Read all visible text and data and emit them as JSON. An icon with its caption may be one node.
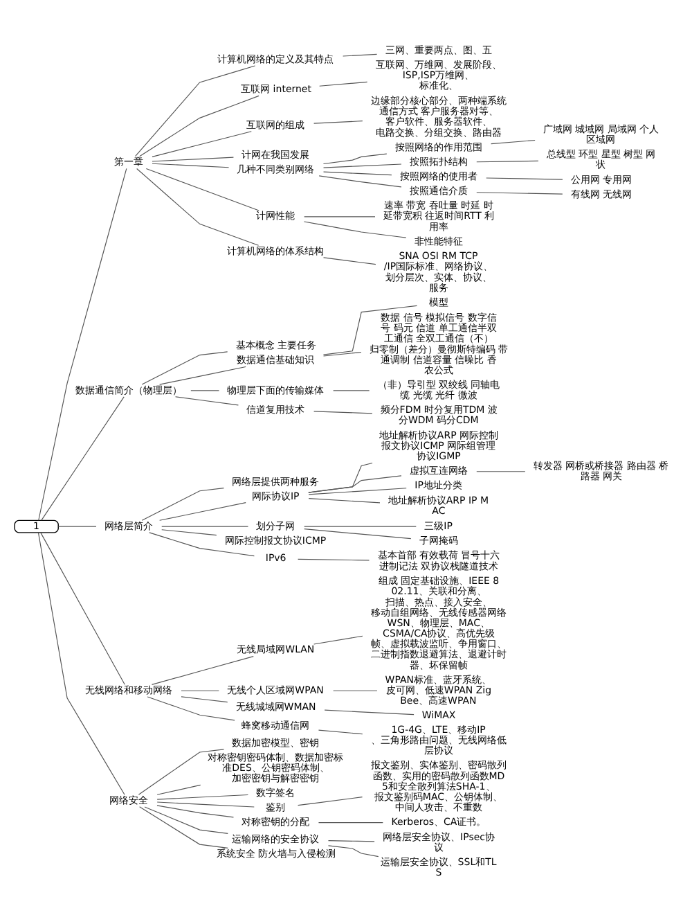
{
  "diagram": {
    "nodes": [
      {
        "text": [
          "1"
        ]
      },
      {
        "text": [
          "第一章"
        ]
      },
      {
        "text": [
          "计算机网络的定义及其特点"
        ]
      },
      {
        "text": [
          "三网、重要两点、图、五"
        ]
      },
      {
        "text": [
          "互联网 internet"
        ]
      },
      {
        "text": [
          "互联网、万维网、发展阶段、ISP,ISP万维网、标准化、"
        ]
      },
      {
        "text": [
          "互联网的组成"
        ]
      },
      {
        "text": [
          "边缘部分核心部分、两种端系统通信方式 客户服务器对等、客户软件、服务器软件、电路交换、分组交换、路由器"
        ]
      },
      {
        "text": [
          "计网在我国发展"
        ]
      },
      {
        "text": [
          "几种不同类别网络"
        ]
      },
      {
        "text": [
          "按照网络的作用范围"
        ]
      },
      {
        "text": [
          "广域网 城域网 局域网 个人区域网"
        ]
      },
      {
        "text": [
          "按照拓扑结构"
        ]
      },
      {
        "text": [
          "总线型 环型 星型 树型 网状"
        ]
      },
      {
        "text": [
          "按照网络的使用者"
        ]
      },
      {
        "text": [
          "公用网 专用网"
        ]
      },
      {
        "text": [
          "按照通信介质"
        ]
      },
      {
        "text": [
          "有线网 无线网"
        ]
      },
      {
        "text": [
          "计网性能"
        ]
      },
      {
        "text": [
          "速率 带宽 吞吐量 时延 时延带宽积 往返时间RTT 利用率"
        ]
      },
      {
        "text": [
          "非性能特征"
        ]
      },
      {
        "text": [
          "计算机网络的体系结构"
        ]
      },
      {
        "text": [
          "SNA OSI RM TCP/IP国际标准、网络协议、划分层次、实体、协议、服务"
        ]
      },
      {
        "text": [
          "数据通信简介（物理层）"
        ]
      },
      {
        "text": [
          "基本概念 主要任务"
        ]
      },
      {
        "text": [
          "数据通信基础知识"
        ]
      },
      {
        "text": [
          "模型"
        ]
      },
      {
        "text": [
          "数据 信号 模拟信号 数字信号 码元 信道 单工通信半双工通信 全双工通信（不）归零制（差分）曼彻斯特编码 带通调制 信道容量 信噪比 香农公式"
        ]
      },
      {
        "text": [
          "物理层下面的传输媒体"
        ]
      },
      {
        "text": [
          "（非）导引型 双绞线 同轴电缆 光缆 光纤 微波"
        ]
      },
      {
        "text": [
          "信道复用技术"
        ]
      },
      {
        "text": [
          "频分FDM 时分复用TDM 波分WDM 码分CDM"
        ]
      },
      {
        "text": [
          "网络层简介"
        ]
      },
      {
        "text": [
          "网络层提供两种服务"
        ]
      },
      {
        "text": [
          "网际协议IP"
        ]
      },
      {
        "text": [
          "地址解析协议ARP 网际控制报文协议ICMP 网际组管理协议IGMP"
        ]
      },
      {
        "text": [
          "虚拟互连网络"
        ]
      },
      {
        "text": [
          "转发器 网桥或桥接器 路由器 桥路器 网关"
        ]
      },
      {
        "text": [
          "IP地址分类"
        ]
      },
      {
        "text": [
          "地址解析协议ARP IP MAC"
        ]
      },
      {
        "text": [
          "划分子网"
        ]
      },
      {
        "text": [
          "三级IP"
        ]
      },
      {
        "text": [
          "子网掩码"
        ]
      },
      {
        "text": [
          "网际控制报文协议ICMP"
        ]
      },
      {
        "text": [
          "IPv6"
        ]
      },
      {
        "text": [
          "基本首部 有效载荷 冒号十六进制记法 双协议栈隧道技术"
        ]
      },
      {
        "text": [
          "无线网络和移动网络"
        ]
      },
      {
        "text": [
          "无线局域网WLAN"
        ]
      },
      {
        "text": [
          "组成 固定基础设施、IEEE 802.11、关联和分离、扫描、热点、接入安全、移动自组网络、无线传感器网络WSN、物理层、MAC、CSMA/CA协议、高优先级帧、虚拟载波监听、争用窗口、二进制指数退避算法、退避计时器、坏保留帧"
        ]
      },
      {
        "text": [
          "无线个人区域网WPAN"
        ]
      },
      {
        "text": [
          "WPAN标准、蓝牙系统、皮可网、低速WPAN ZigBee、高速WPAN"
        ]
      },
      {
        "text": [
          "无线城域网WMAN"
        ]
      },
      {
        "text": [
          "WiMAX"
        ]
      },
      {
        "text": [
          "蜂窝移动通信网"
        ]
      },
      {
        "text": [
          "1G-4G、LTE、移动IP、三角形路由问题、无线网络低层协议"
        ]
      },
      {
        "text": [
          "网络安全"
        ]
      },
      {
        "text": [
          "数据加密模型、密钥"
        ]
      },
      {
        "text": [
          "对称密钥密码体制、数据加密标准DES、公钥密码体制、加密密钥与解密密钥"
        ]
      },
      {
        "text": [
          "数字签名"
        ]
      },
      {
        "text": [
          "鉴别"
        ]
      },
      {
        "text": [
          "报文鉴别、实体鉴别、密码散列函数、实用的密码散列函数MD5和安全散列算法SHA-1、报文鉴别码MAC、公钥体制、中间人攻击、不重数"
        ]
      },
      {
        "text": [
          "对称密钥的分配"
        ]
      },
      {
        "text": [
          "Kerberos、CA证书。"
        ]
      },
      {
        "text": [
          "运输网络的安全协议"
        ]
      },
      {
        "text": [
          "网络层安全协议、IPsec协议"
        ]
      },
      {
        "text": [
          "运输层安全协议、SSL和TLS"
        ]
      },
      {
        "text": [
          "系统安全 防火墙与入侵检测"
        ]
      }
    ],
    "edges": [
      {
        "from": 0,
        "to": 1,
        "arrow": "none"
      },
      {
        "from": 0,
        "to": 23,
        "arrow": "none"
      },
      {
        "from": 0,
        "to": 32,
        "arrow": "none"
      },
      {
        "from": 0,
        "to": 46,
        "arrow": "none"
      },
      {
        "from": 0,
        "to": 55,
        "arrow": "none"
      },
      {
        "from": 1,
        "to": 2,
        "arrow": "none"
      },
      {
        "from": 1,
        "to": 4,
        "arrow": "none"
      },
      {
        "from": 1,
        "to": 6,
        "arrow": "none"
      },
      {
        "from": 1,
        "to": 8,
        "arrow": "none"
      },
      {
        "from": 1,
        "to": 9,
        "arrow": "none"
      },
      {
        "from": 1,
        "to": 18,
        "arrow": "none"
      },
      {
        "from": 1,
        "to": 21,
        "arrow": "none"
      },
      {
        "from": 2,
        "to": 3,
        "arrow": "none"
      },
      {
        "from": 4,
        "to": 5,
        "arrow": "none"
      },
      {
        "from": 6,
        "to": 7,
        "arrow": "none"
      },
      {
        "from": 9,
        "to": 10,
        "arrow": "none"
      },
      {
        "from": 9,
        "to": 12,
        "arrow": "none"
      },
      {
        "from": 9,
        "to": 14,
        "arrow": "none"
      },
      {
        "from": 9,
        "to": 16,
        "arrow": "none"
      },
      {
        "from": 10,
        "to": 11,
        "arrow": "none"
      },
      {
        "from": 12,
        "to": 13,
        "arrow": "none"
      },
      {
        "from": 14,
        "to": 15,
        "arrow": "none"
      },
      {
        "from": 16,
        "to": 17,
        "arrow": "none"
      },
      {
        "from": 18,
        "to": 19,
        "arrow": "none"
      },
      {
        "from": 18,
        "to": 20,
        "arrow": "none"
      },
      {
        "from": 21,
        "to": 22,
        "arrow": "none"
      },
      {
        "from": 23,
        "to": 24,
        "arrow": "none"
      },
      {
        "from": 23,
        "to": 25,
        "arrow": "none"
      },
      {
        "from": 23,
        "to": 28,
        "arrow": "none"
      },
      {
        "from": 23,
        "to": 30,
        "arrow": "none"
      },
      {
        "from": 25,
        "to": 26,
        "arrow": "none"
      },
      {
        "from": 25,
        "to": 27,
        "arrow": "none"
      },
      {
        "from": 28,
        "to": 29,
        "arrow": "none"
      },
      {
        "from": 30,
        "to": 31,
        "arrow": "none"
      },
      {
        "from": 32,
        "to": 33,
        "arrow": "none"
      },
      {
        "from": 32,
        "to": 34,
        "arrow": "none"
      },
      {
        "from": 32,
        "to": 40,
        "arrow": "none"
      },
      {
        "from": 32,
        "to": 43,
        "arrow": "none"
      },
      {
        "from": 32,
        "to": 44,
        "arrow": "none"
      },
      {
        "from": 34,
        "to": 35,
        "arrow": "none"
      },
      {
        "from": 34,
        "to": 36,
        "arrow": "none"
      },
      {
        "from": 34,
        "to": 38,
        "arrow": "none"
      },
      {
        "from": 34,
        "to": 39,
        "arrow": "none"
      },
      {
        "from": 36,
        "to": 37,
        "arrow": "none"
      },
      {
        "from": 40,
        "to": 41,
        "arrow": "none"
      },
      {
        "from": 40,
        "to": 42,
        "arrow": "none"
      },
      {
        "from": 44,
        "to": 45,
        "arrow": "none"
      },
      {
        "from": 46,
        "to": 47,
        "arrow": "none"
      },
      {
        "from": 46,
        "to": 49,
        "arrow": "none"
      },
      {
        "from": 46,
        "to": 51,
        "arrow": "none"
      },
      {
        "from": 46,
        "to": 53,
        "arrow": "none"
      },
      {
        "from": 47,
        "to": 48,
        "arrow": "none"
      },
      {
        "from": 49,
        "to": 50,
        "arrow": "none"
      },
      {
        "from": 51,
        "to": 52,
        "arrow": "none"
      },
      {
        "from": 53,
        "to": 54,
        "arrow": "none"
      },
      {
        "from": 55,
        "to": 56,
        "arrow": "none"
      },
      {
        "from": 55,
        "to": 57,
        "arrow": "none"
      },
      {
        "from": 55,
        "to": 58,
        "arrow": "none"
      },
      {
        "from": 55,
        "to": 59,
        "arrow": "none"
      },
      {
        "from": 55,
        "to": 61,
        "arrow": "none"
      },
      {
        "from": 55,
        "to": 63,
        "arrow": "none"
      },
      {
        "from": 55,
        "to": 66,
        "arrow": "none"
      },
      {
        "from": 59,
        "to": 60,
        "arrow": "none"
      },
      {
        "from": 61,
        "to": 62,
        "arrow": "none"
      },
      {
        "from": 63,
        "to": 64,
        "arrow": "none"
      },
      {
        "from": 63,
        "to": 65,
        "arrow": "none"
      }
    ]
  }
}
